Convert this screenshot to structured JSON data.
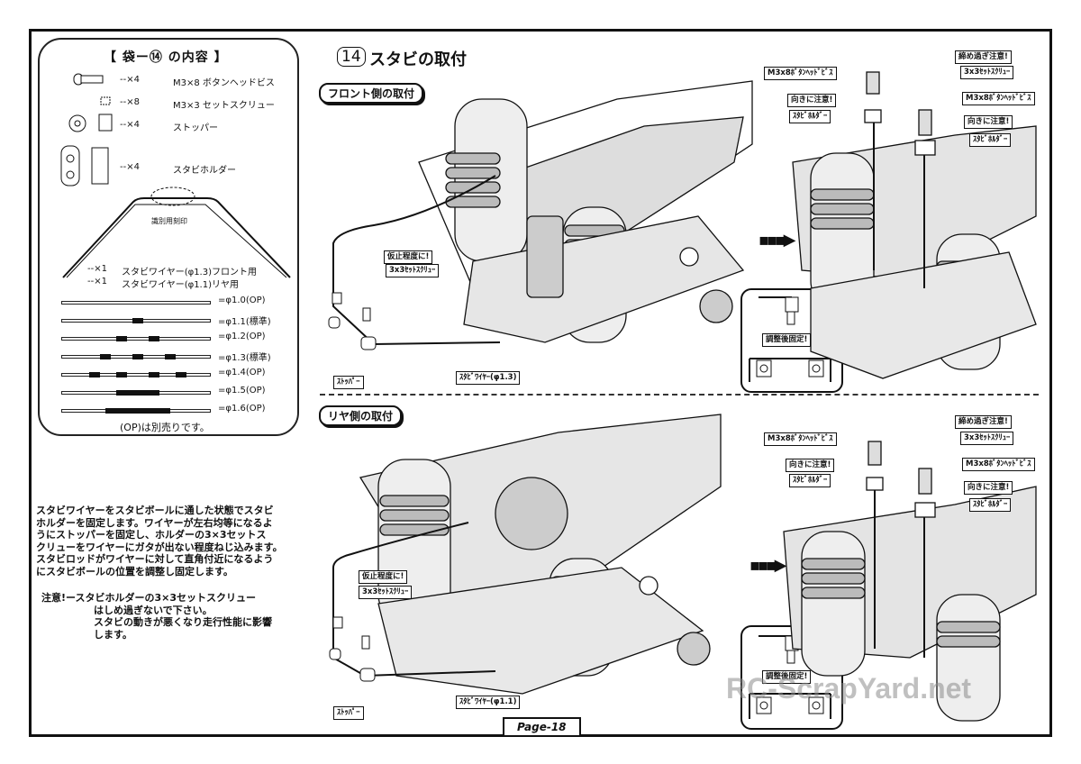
{
  "parts_box": {
    "title": "【 袋ー⑭ の内容 】",
    "items": [
      {
        "qty": "--×4",
        "name": "M3×8 ボタンヘッドビス"
      },
      {
        "qty": "--×8",
        "name": "M3×3 セットスクリュー"
      },
      {
        "qty": "--×4",
        "name": "ストッパー"
      },
      {
        "qty": "--×4",
        "name": "スタビホルダー"
      }
    ],
    "engraving_label": "識別用刻印",
    "wire_items": [
      {
        "qty": "--×1",
        "name": "スタビワイヤー(φ1.3)フロント用"
      },
      {
        "qty": "--×1",
        "name": "スタビワイヤー(φ1.1)リヤ用"
      }
    ],
    "wire_options": [
      "=φ1.0(OP)",
      "=φ1.1(標準)",
      "=φ1.2(OP)",
      "=φ1.3(標準)",
      "=φ1.4(OP)",
      "=φ1.5(OP)",
      "=φ1.6(OP)"
    ],
    "footnote": "(OP)は別売りです。"
  },
  "section": {
    "number": "14",
    "title": "スタビの取付"
  },
  "front": {
    "heading": "フロント側の取付",
    "temp_label": "仮止程度に!",
    "set_screw": "3x3ｾｯﾄｽｸﾘｭｰ",
    "stopper": "ｽﾄｯﾊﾟｰ",
    "wire": "ｽﾀﾋﾞﾜｲﾔｰ(φ1.3)",
    "button_screw": "M3x8ﾎﾞﾀﾝﾍｯﾄﾞﾋﾞｽ",
    "overtighten": "締め過ぎ注意!",
    "direction_1": "向きに注意!",
    "direction_2": "向きに注意!",
    "holder_1": "ｽﾀﾋﾞﾎﾙﾀﾞｰ",
    "holder_2": "ｽﾀﾋﾞﾎﾙﾀﾞｰ",
    "set_screw_right": "3x3ｾｯﾄｽｸﾘｭｰ",
    "button_screw_right": "M3x8ﾎﾞﾀﾝﾍｯﾄﾞﾋﾞｽ",
    "fix_after": "調整後固定!"
  },
  "rear": {
    "heading": "リヤ側の取付",
    "temp_label": "仮止程度に!",
    "set_screw": "3x3ｾｯﾄｽｸﾘｭｰ",
    "stopper": "ｽﾄｯﾊﾟｰ",
    "wire": "ｽﾀﾋﾞﾜｲﾔｰ(φ1.1)",
    "button_screw": "M3x8ﾎﾞﾀﾝﾍｯﾄﾞﾋﾞｽ",
    "overtighten": "締め過ぎ注意!",
    "direction_1": "向きに注意!",
    "direction_2": "向きに注意!",
    "holder_1": "ｽﾀﾋﾞﾎﾙﾀﾞｰ",
    "holder_2": "ｽﾀﾋﾞﾎﾙﾀﾞｰ",
    "set_screw_right": "3x3ｾｯﾄｽｸﾘｭｰ",
    "button_screw_right": "M3x8ﾎﾞﾀﾝﾍｯﾄﾞﾋﾞｽ",
    "fix_after": "調整後固定!"
  },
  "instructions": [
    "スタビワイヤーをスタビボールに通した状態でスタビ",
    "ホルダーを固定します。ワイヤーが左右均等になるよ",
    "うにストッパーを固定し、ホルダーの3×3セットス",
    "クリューをワイヤーにガタが出ない程度ねじ込みます。",
    "スタビロッドがワイヤーに対して直角付近になるよう",
    "にスタビボールの位置を調整し固定します。"
  ],
  "caution": [
    "注意!ースタビホルダーの3×3セットスクリュー",
    "はしめ過ぎないで下さい。",
    "スタビの動きが悪くなり走行性能に影響",
    "します。"
  ],
  "page_label": "Page-18",
  "watermark": "RC-ScrapYard.net"
}
